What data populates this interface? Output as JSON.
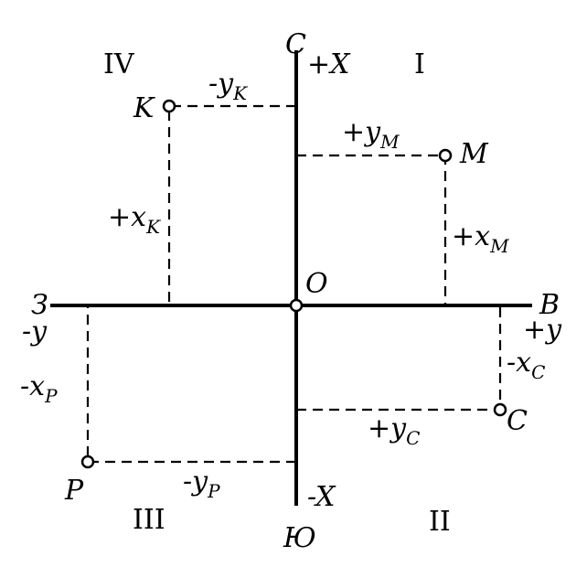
{
  "axis_labels": {
    "north": "С",
    "south": "Ю",
    "east": "В",
    "west": "З",
    "plus_x": "+X",
    "minus_x": "-X",
    "plus_y": "+y",
    "minus_y": "-y",
    "origin": "O"
  },
  "quadrants": {
    "I": "I",
    "II": "II",
    "III": "III",
    "IV": "IV"
  },
  "points": {
    "M": {
      "label": "M",
      "x_text": "+x",
      "x_sub": "M",
      "y_text": "+y",
      "y_sub": "M"
    },
    "K": {
      "label": "K",
      "x_text": "+x",
      "x_sub": "K",
      "y_text": "-y",
      "y_sub": "K"
    },
    "C": {
      "label": "C",
      "x_text": "-x",
      "x_sub": "C",
      "y_text": "+y",
      "y_sub": "C"
    },
    "P": {
      "label": "P",
      "x_text": "-x",
      "x_sub": "P",
      "y_text": "-y",
      "y_sub": "P"
    }
  }
}
